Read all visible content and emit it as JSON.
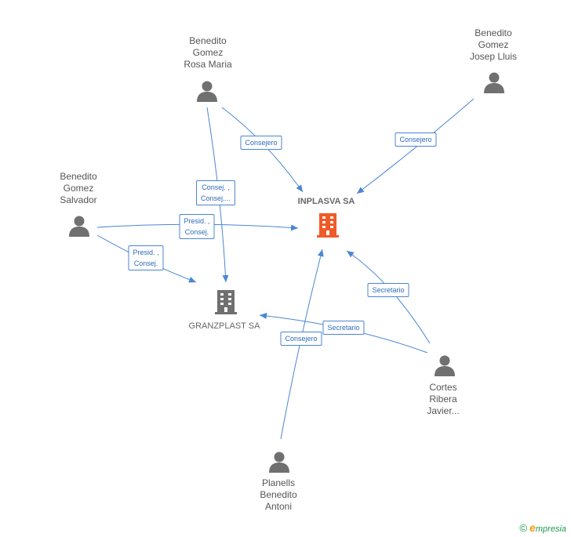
{
  "nodes": {
    "rosa": {
      "label": "Benedito\nGomez\nRosa Maria",
      "type": "person"
    },
    "josep": {
      "label": "Benedito\nGomez\nJosep Lluis",
      "type": "person"
    },
    "salvador": {
      "label": "Benedito\nGomez\nSalvador",
      "type": "person"
    },
    "inplasva": {
      "label": "INPLASVA SA",
      "type": "company",
      "color": "#f05a28"
    },
    "granzplast": {
      "label": "GRANZPLAST SA",
      "type": "company",
      "color": "#707070"
    },
    "cortes": {
      "label": "Cortes\nRibera\nJavier...",
      "type": "person"
    },
    "planells": {
      "label": "Planells\nBenedito\nAntoni",
      "type": "person"
    }
  },
  "edges": {
    "rosa_inplasva": {
      "label": "Consejero"
    },
    "rosa_granzplast": {
      "label": "Consej. ,\nConsej...."
    },
    "josep_inplasva": {
      "label": "Consejero"
    },
    "salvador_inplasva": {
      "label": "Presid. ,\nConsej."
    },
    "salvador_granzplast": {
      "label": "Presid. ,\nConsej."
    },
    "cortes_inplasva": {
      "label": "Secretario"
    },
    "cortes_granzplast": {
      "label": "Secretario"
    },
    "planells_inplasva": {
      "label": "Consejero"
    }
  },
  "colors": {
    "edge": "#4a86d4",
    "person": "#707070"
  },
  "brand": {
    "copyright": "©",
    "e": "e",
    "rest": "mpresia"
  }
}
